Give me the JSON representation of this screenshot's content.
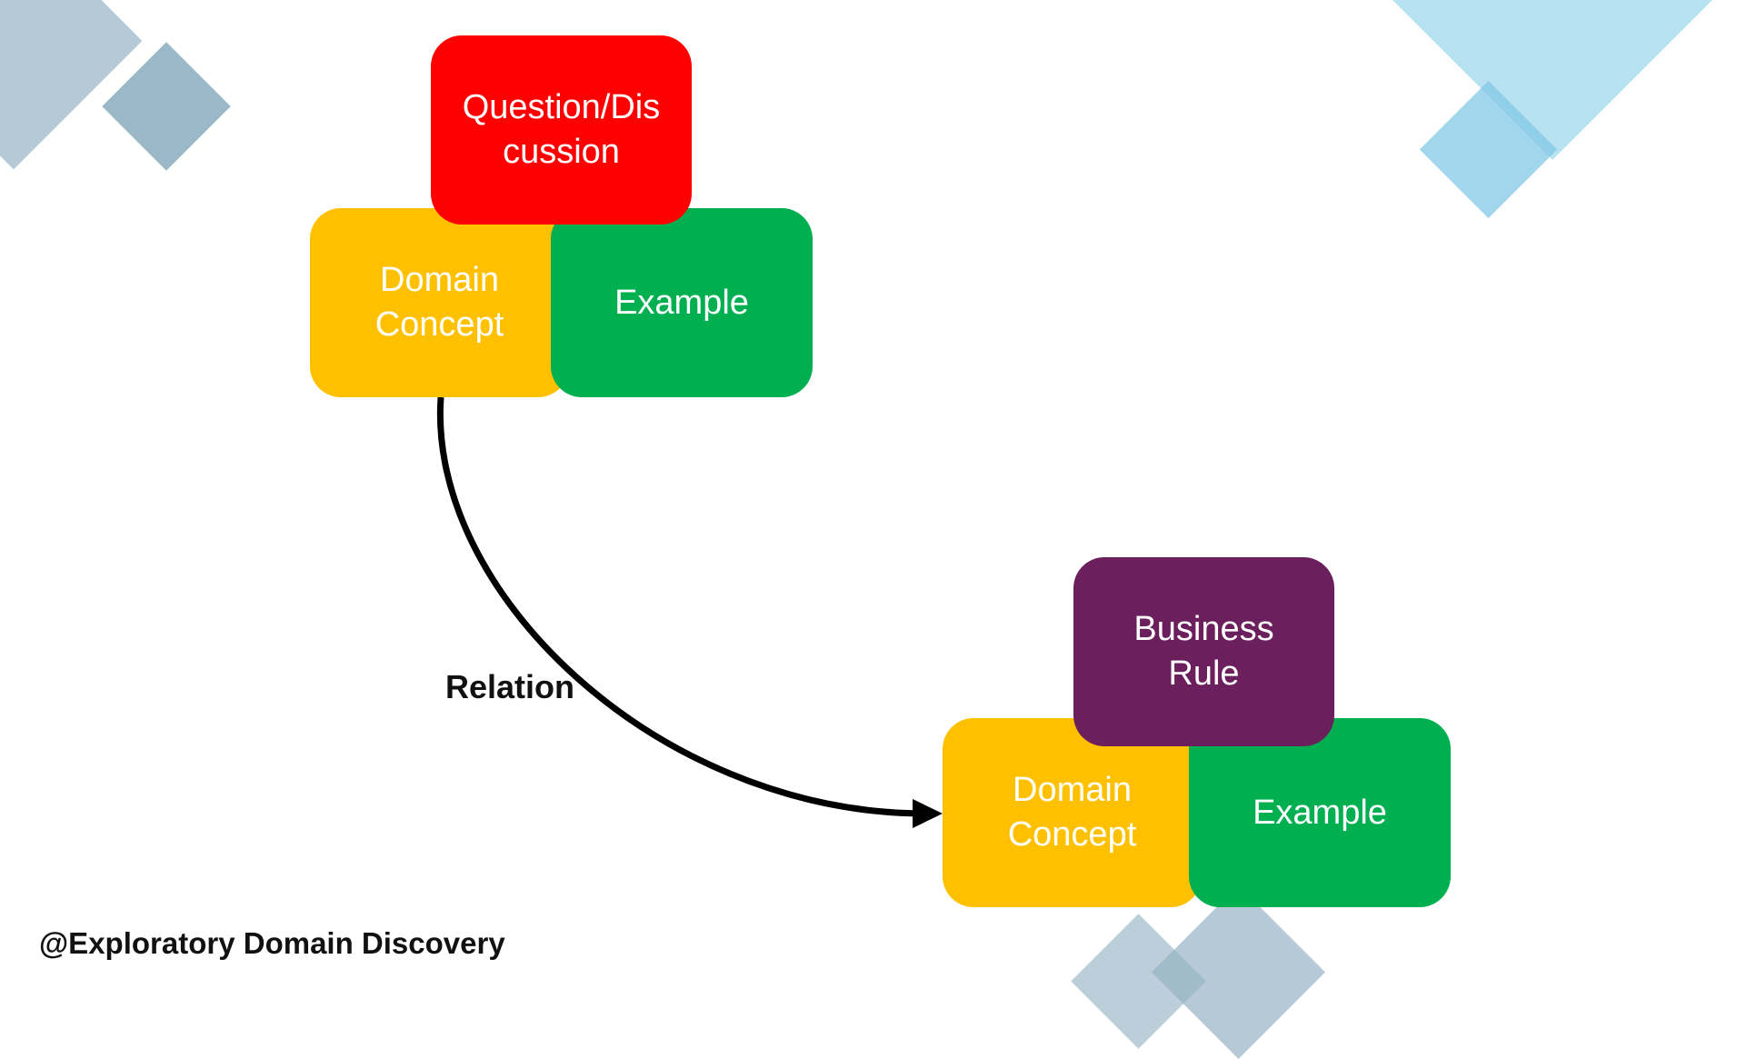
{
  "diagram": {
    "top_group": {
      "question": "Question/Dis\ncussion",
      "domain_concept": "Domain\nConcept",
      "example": "Example"
    },
    "bottom_group": {
      "business_rule": "Business\nRule",
      "domain_concept": "Domain\nConcept",
      "example": "Example"
    },
    "relation_label": "Relation"
  },
  "footer": "@Exploratory Domain Discovery",
  "colors": {
    "domain_concept": "#ffc000",
    "example": "#00b050",
    "question": "#ff0000",
    "business_rule": "#6b1f5c",
    "decoration_gray": "#a9bfcc",
    "decoration_blue": "#b3e0f2",
    "arrow": "#000000"
  }
}
